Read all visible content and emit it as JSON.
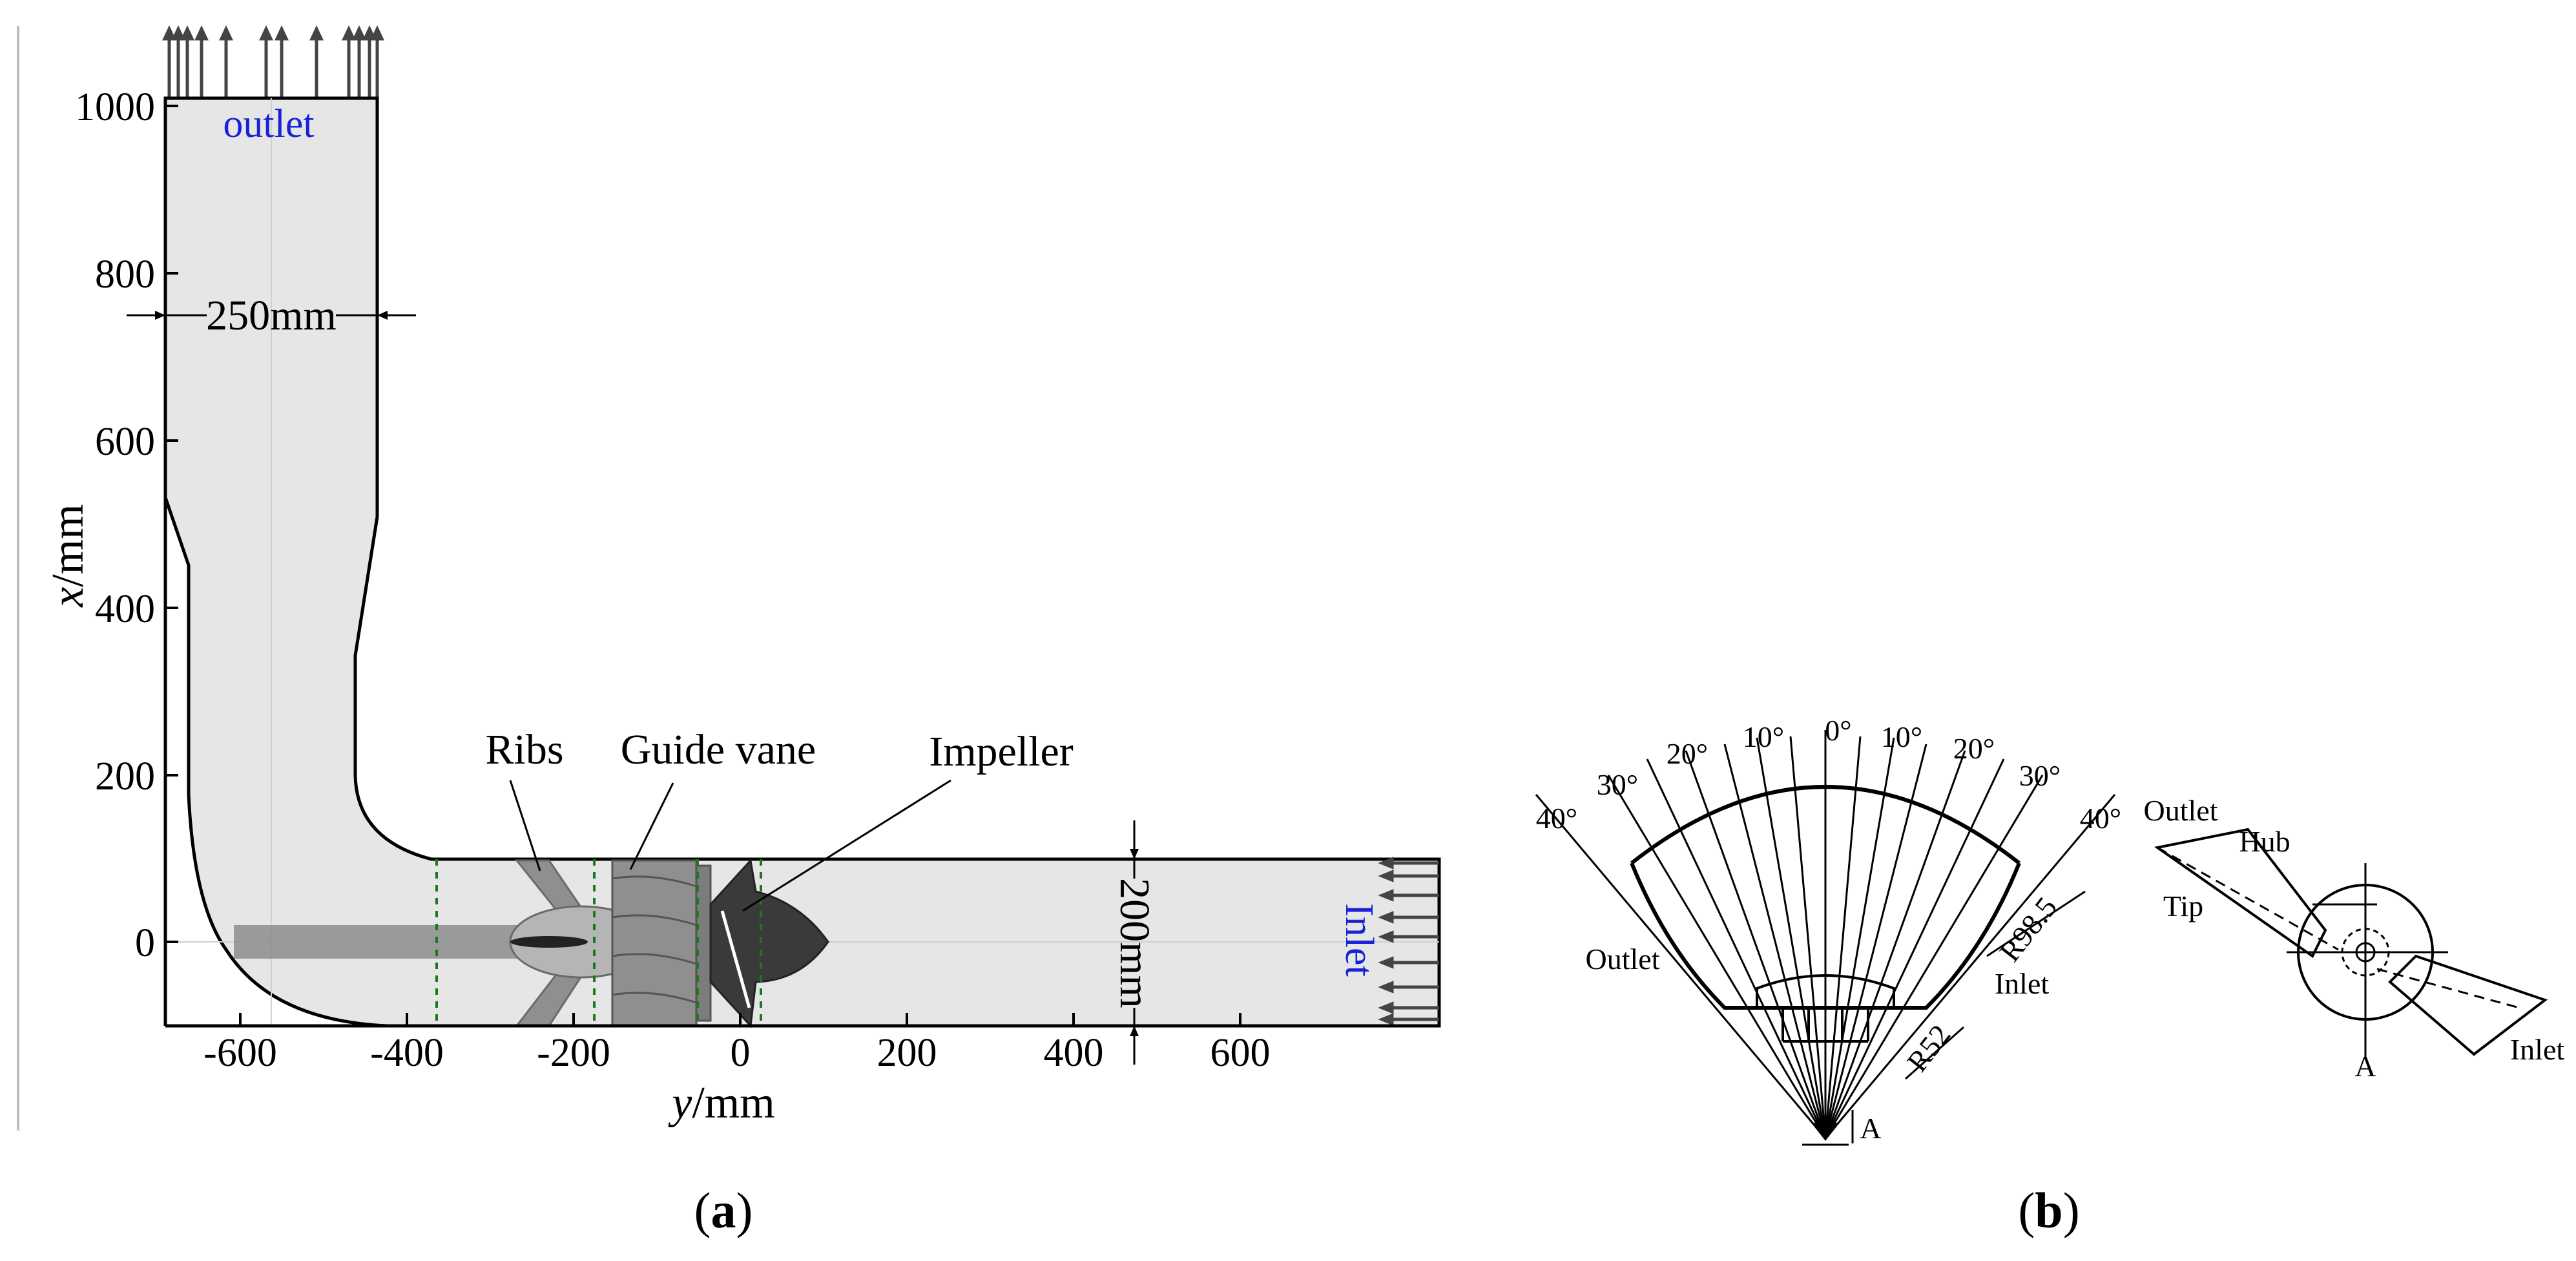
{
  "panel_a": {
    "label_open": "(",
    "label_letter": "a",
    "label_close": ")",
    "x_axis_title_italic": "y",
    "x_axis_title_rest": "/mm",
    "y_axis_title_italic": "x",
    "y_axis_title_rest": "/mm",
    "x_ticks": [
      "-600",
      "-400",
      "-200",
      "0",
      "200",
      "400",
      "600"
    ],
    "y_ticks": [
      "0",
      "200",
      "400",
      "600",
      "800",
      "1000"
    ],
    "outlet_label": "outlet",
    "inlet_label": "Inlet",
    "width_dimension": "250mm",
    "height_dimension": "200mm",
    "callouts": {
      "ribs": "Ribs",
      "guide_vane": "Guide vane",
      "impeller": "Impeller"
    },
    "colors": {
      "duct_fill": "#e6e6e6",
      "shaft": "#8c8c8c",
      "guide_vane": "#8f8f8f",
      "impeller": "#3a3a3a",
      "interface_lines": "#1a7a1a",
      "text_blue": "#1a22d6"
    }
  },
  "panel_b": {
    "label_open": "(",
    "label_letter": "b",
    "label_close": ")",
    "angles_left": [
      "40°",
      "30°",
      "20°",
      "10°"
    ],
    "angle_center": "0°",
    "angles_right": [
      "10°",
      "20°",
      "30°",
      "40°"
    ],
    "outlet": "Outlet",
    "inlet": "Inlet",
    "r_outer": "R98.5",
    "r_inner": "R52",
    "section_a": "A",
    "side_view": {
      "outlet": "Outlet",
      "hub": "Hub",
      "tip": "Tip",
      "inlet": "Inlet",
      "a": "A"
    }
  }
}
